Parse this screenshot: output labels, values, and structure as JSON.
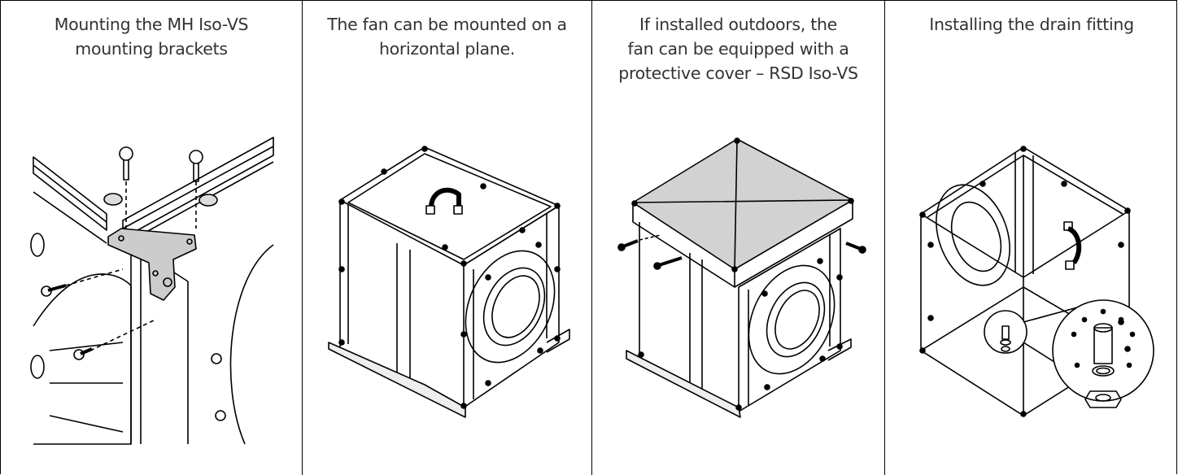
{
  "panels": [
    {
      "caption": "Mounting the MH Iso-VS\nmounting brackets",
      "illustration": "mounting-bracket-detail"
    },
    {
      "caption": "The fan can be mounted on a\nhorizontal plane.",
      "illustration": "fan-horizontal-mount"
    },
    {
      "caption": "If installed outdoors, the\nfan can be equipped with a\nprotective cover – RSD Iso-VS",
      "illustration": "fan-with-protective-cover"
    },
    {
      "caption": "Installing the drain fitting",
      "illustration": "drain-fitting-install"
    }
  ]
}
